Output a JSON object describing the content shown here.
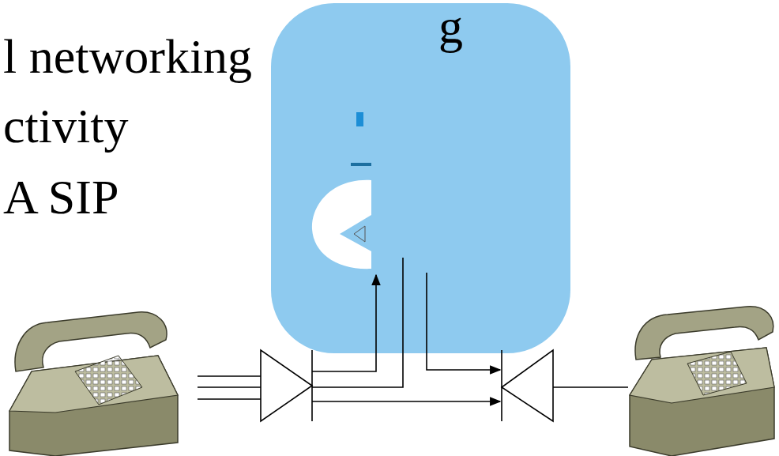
{
  "diagram": {
    "labels": [
      "g",
      "l networking",
      "ctivity",
      "A SIP"
    ]
  }
}
